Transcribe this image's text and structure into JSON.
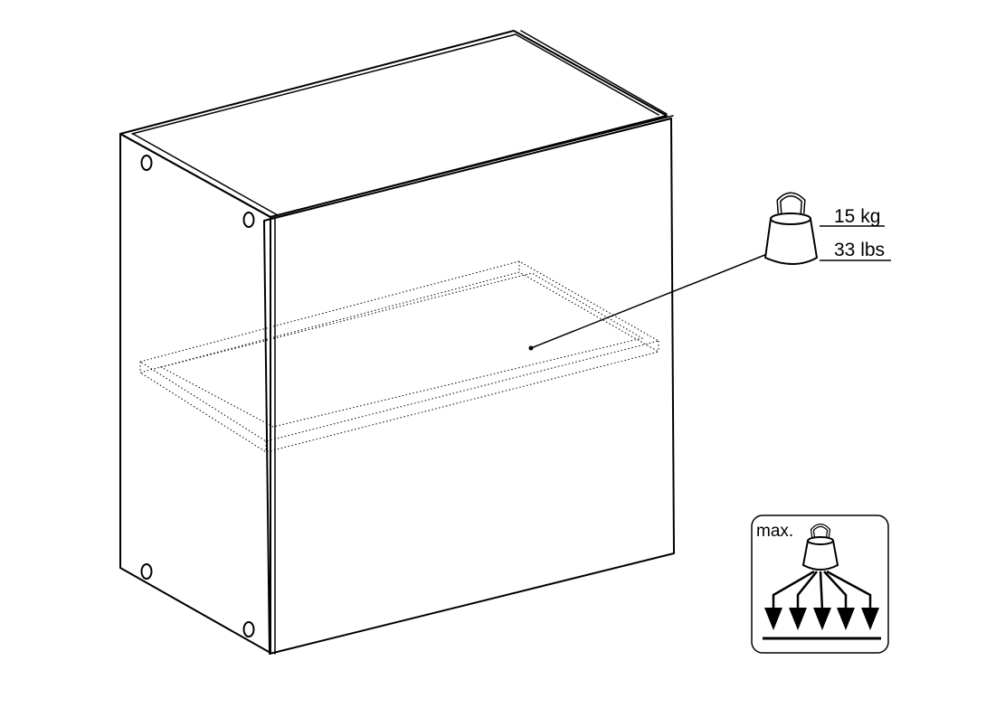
{
  "load_callout": {
    "weight_metric": "15 kg",
    "weight_imperial": "33 lbs"
  },
  "max_load_icon": {
    "label": "max."
  },
  "colors": {
    "line": "#000000",
    "background": "#ffffff"
  },
  "icons": [
    "weight-icon",
    "max-load-icon",
    "down-arrow-icon"
  ]
}
